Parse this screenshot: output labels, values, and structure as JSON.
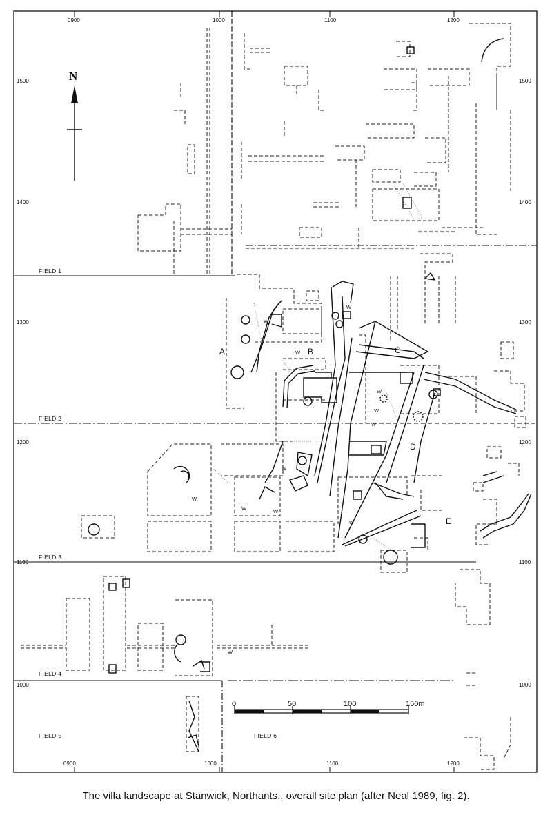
{
  "caption": "The villa landscape at Stanwick, Northants., overall site plan (after Neal 1989, fig. 2).",
  "north": "N",
  "grid": {
    "eastings": [
      "0900",
      "1000",
      "1100",
      "1200"
    ],
    "northings": [
      "1500",
      "1400",
      "1300",
      "1200",
      "1100",
      "1000"
    ]
  },
  "fields": [
    "FIELD 1",
    "FIELD 2",
    "FIELD 3",
    "FIELD 4",
    "FIELD 5",
    "FIELD 6"
  ],
  "areas": [
    "A",
    "B",
    "C",
    "D",
    "E"
  ],
  "well_mark": "W",
  "scale": {
    "labels": [
      "0",
      "50",
      "100",
      "150m"
    ]
  },
  "colors": {
    "ink": "#111111",
    "paper": "#ffffff"
  }
}
